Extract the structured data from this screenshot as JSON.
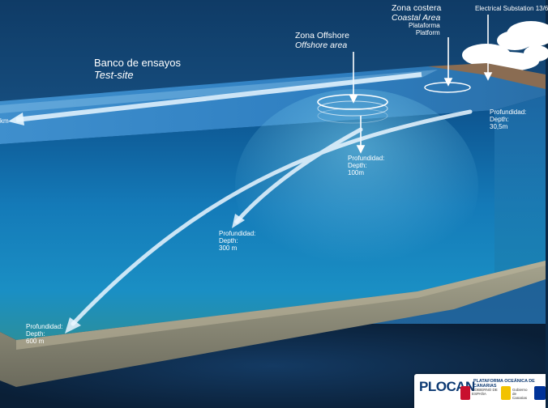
{
  "labels": {
    "test_site_es": "Banco de ensayos",
    "test_site_en": "Test-site",
    "offshore_es": "Zona Offshore",
    "offshore_en": "Offshore area",
    "coastal_es": "Zona costera",
    "coastal_en": "Coastal Area",
    "platform_es": "Plataforma",
    "platform_en": "Platform",
    "substation": "Electrical Substation 13/6",
    "km_fragment": "km"
  },
  "depths": [
    {
      "es": "Profundidad:",
      "en": "Depth:",
      "value": "30,5m"
    },
    {
      "es": "Profundidad:",
      "en": "Depth:",
      "value": "100m"
    },
    {
      "es": "Profundidad:",
      "en": "Depth:",
      "value": "300 m"
    },
    {
      "es": "Profundidad:",
      "en": "Depth:",
      "value": "600 m"
    }
  ],
  "footer": {
    "logo": "PLOCAN",
    "subtitle": "PLATAFORMA OCEÁNICA DE CANARIAS",
    "partner_1": "GOBIERNO DE ESPAÑA",
    "partner_2": "Gobierno de Canarias"
  },
  "colors": {
    "sea_surface": "#1f6aa5",
    "water_body": "#0e5e99",
    "seabed": "#7a7a68",
    "arrow": "#ffffff",
    "logo_blue": "#0d3a73"
  }
}
